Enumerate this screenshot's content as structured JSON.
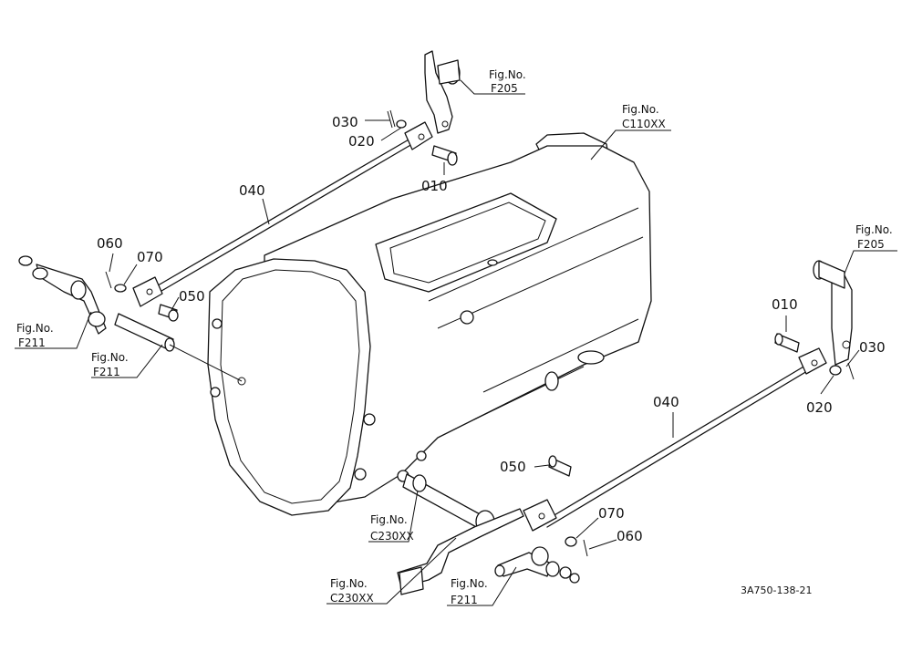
{
  "diagram_code": "3A750-138-21",
  "part_labels": {
    "p030_upper": "030",
    "p020_upper": "020",
    "p010_upper": "010",
    "p040_upper": "040",
    "p060_left": "060",
    "p070_left": "070",
    "p050_left": "050",
    "p010_right": "010",
    "p030_right": "030",
    "p020_right": "020",
    "p040_lower": "040",
    "p050_lower": "050",
    "p070_lower": "070",
    "p060_lower": "060"
  },
  "fig_refs": {
    "f205_top": {
      "line1": "Fig.No.",
      "line2": "F205"
    },
    "c110": {
      "line1": "Fig.No.",
      "line2": "C110XX"
    },
    "f205_right": {
      "line1": "Fig.No.",
      "line2": "F205"
    },
    "f211_left": {
      "line1": "Fig.No.",
      "line2": "F211"
    },
    "f211_mid": {
      "line1": "Fig.No.",
      "line2": "F211"
    },
    "c230_mid": {
      "line1": "Fig.No.",
      "line2": "C230XX"
    },
    "c230_low": {
      "line1": "Fig.No.",
      "line2": "C230XX"
    },
    "f211_low": {
      "line1": "Fig.No.",
      "line2": "F211"
    }
  }
}
